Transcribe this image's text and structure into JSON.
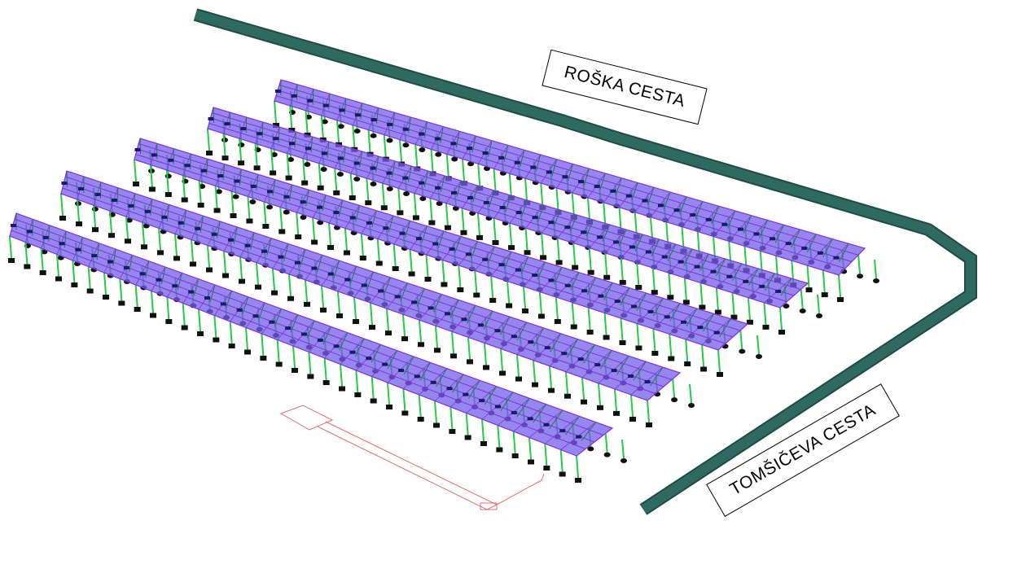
{
  "labels": {
    "north_road": "ROŠKA CESTA",
    "south_road": "TOMŠIČEVA CESTA"
  },
  "model": {
    "canopy_rows": 5,
    "bays_per_row": 36
  },
  "colors": {
    "road": "#2f6a62",
    "road_edge": "#1f4a45",
    "roof_fill": "#7060e8",
    "roof_lines": "#8a2be2",
    "columns": "#22cc44",
    "bracing": "#1d7a4a",
    "footing": "#111111",
    "outline": "#e07070"
  }
}
